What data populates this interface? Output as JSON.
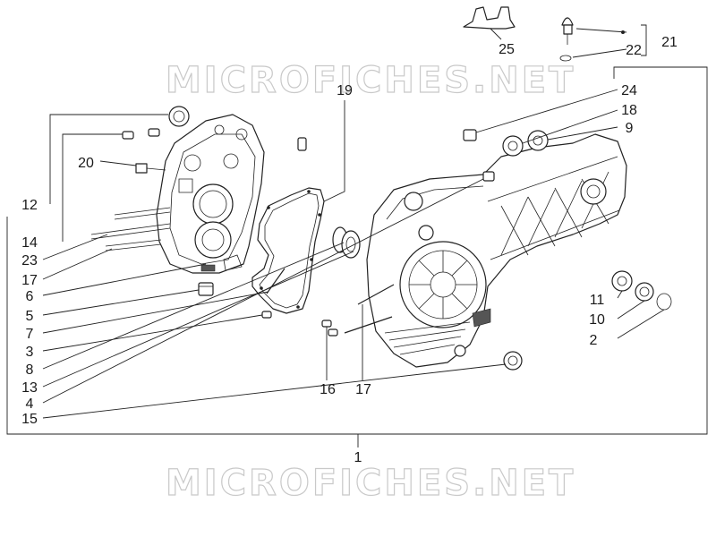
{
  "watermark": "MICROFICHES.NET",
  "callouts": {
    "c1": "1",
    "c2": "2",
    "c3": "3",
    "c4": "4",
    "c5": "5",
    "c6": "6",
    "c7": "7",
    "c8": "8",
    "c9": "9",
    "c10": "10",
    "c11": "11",
    "c12": "12",
    "c13": "13",
    "c14": "14",
    "c15": "15",
    "c16": "16",
    "c17a": "17",
    "c17b": "17",
    "c18": "18",
    "c19": "19",
    "c20": "20",
    "c21": "21",
    "c22": "22",
    "c23": "23",
    "c24": "24",
    "c25": "25"
  }
}
